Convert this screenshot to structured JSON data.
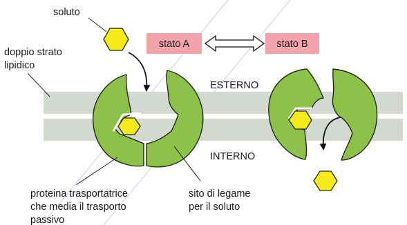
{
  "labels": {
    "solute": "soluto",
    "bilayer_line1": "doppio strato",
    "bilayer_line2": "lipidico",
    "state_a": "stato A",
    "state_b": "stato B",
    "outside": "ESTERNO",
    "inside": "INTERNO",
    "carrier_line1": "proteina trasportatrice",
    "carrier_line2": "che media il trasporto",
    "carrier_line3": "passivo",
    "binding_line1": "sito di legame",
    "binding_line2": "per il soluto"
  },
  "colors": {
    "membrane": "#d3d9d0",
    "protein": "#8dc14a",
    "protein_outline": "#1f2a12",
    "solute": "#f7ea1a",
    "state_box": "#f2a3ab",
    "arrow": "#111111",
    "watermark": "#aac8ea"
  },
  "icons": {
    "exchange_arrow": "double-headed-arrow-icon",
    "solute_shape": "hexagon-icon"
  }
}
